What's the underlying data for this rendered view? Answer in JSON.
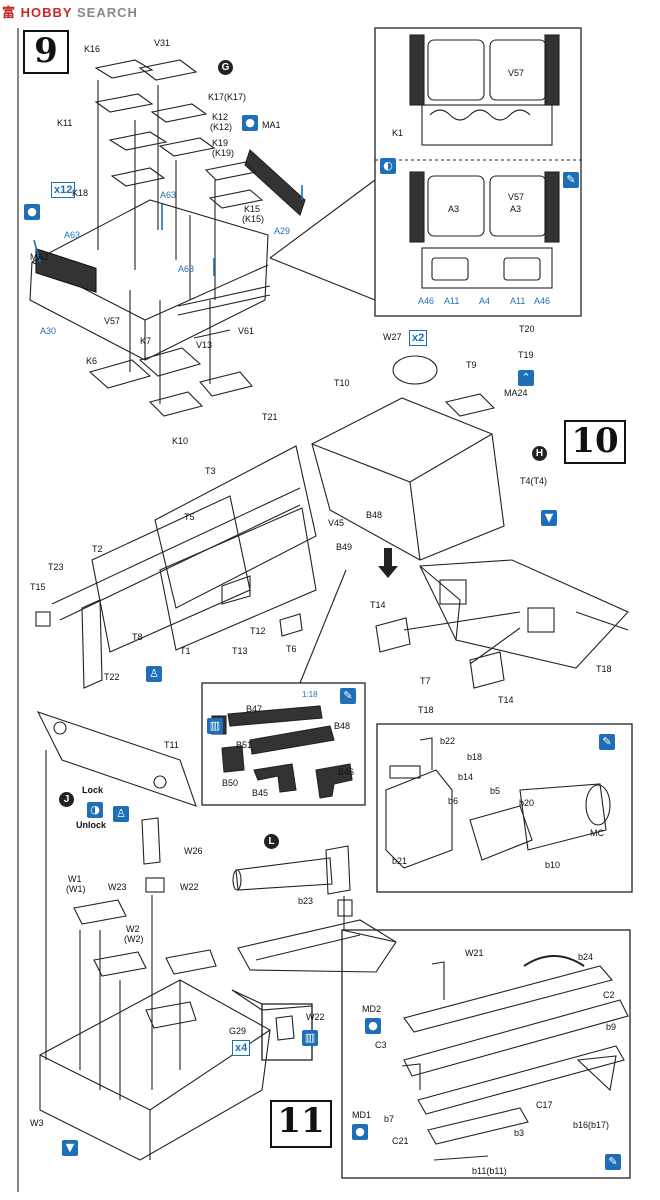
{
  "watermark": {
    "part1": "HOBBY",
    "part2": "SEARCH",
    "logo_glyph": "富"
  },
  "steps": {
    "s9": "9",
    "s10": "10",
    "s11": "11"
  },
  "step_letters": {
    "G": "G",
    "H": "H",
    "J": "J",
    "L": "L"
  },
  "mult": {
    "x12": "x12",
    "x2": "x2",
    "x4": "x4"
  },
  "lock": {
    "lock": "Lock",
    "unlock": "Unlock"
  },
  "ratio": "1:18",
  "colors": {
    "callout_blue": "#1f6fb8",
    "ink": "#111111"
  },
  "icons": [
    "paint-drop-icon",
    "glue-icon",
    "optional-part-icon",
    "pinch-icon",
    "up-arrow-icon",
    "scissors-icon"
  ],
  "labels9": [
    "K16",
    "V31",
    "K11",
    "K17(K17)",
    "K12",
    "(K12)",
    "K19",
    "(K19)",
    "MA1",
    "K18",
    "A63",
    "A63",
    "A63",
    "K15",
    "(K15)",
    "A29",
    "MA2",
    "A30",
    "V57",
    "K7",
    "V13",
    "V61",
    "K6",
    "K10",
    "V57",
    "K1",
    "V57",
    "A3",
    "A3",
    "A46",
    "A11",
    "A4",
    "A11",
    "A46"
  ],
  "labels10": [
    "W27",
    "T20",
    "T19",
    "T10",
    "T9",
    "MA24",
    "T21",
    "T3",
    "T4(T4)",
    "T5",
    "V45",
    "B48",
    "T2",
    "B49",
    "T23",
    "T15",
    "T8",
    "T1",
    "T12",
    "T13",
    "T6",
    "T22",
    "T14",
    "T7",
    "T18",
    "T18",
    "T14",
    "B47",
    "B48",
    "B51",
    "B50",
    "B45",
    "B46"
  ],
  "labels11": [
    "T11",
    "W26",
    "W23",
    "W22",
    "W1",
    "(W1)",
    "W2",
    "(W2)",
    "G29",
    "W3",
    "W22",
    "b22",
    "b18",
    "b14",
    "b6",
    "b5",
    "b20",
    "MC",
    "b21",
    "b10",
    "b23",
    "W21",
    "b24",
    "C2",
    "MD2",
    "C3",
    "b9",
    "MD1",
    "b7",
    "C17",
    "C21",
    "b3",
    "b16(b17)",
    "b11(b11)"
  ]
}
